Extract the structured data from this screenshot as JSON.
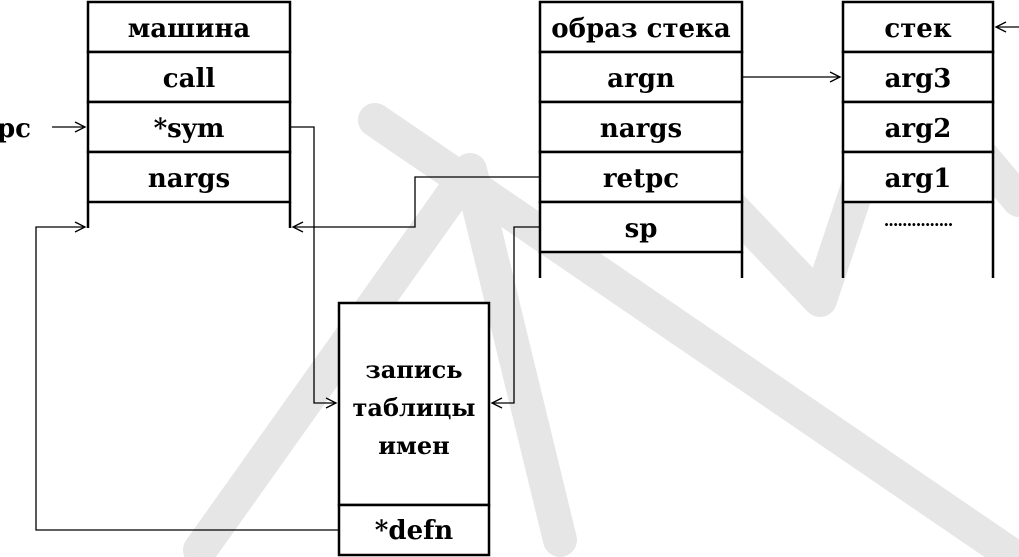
{
  "machine": {
    "header": "машина",
    "cells": [
      "call",
      "*sym",
      "nargs"
    ]
  },
  "pc_label": "pc",
  "stack_image": {
    "header": "образ стека",
    "cells": [
      "argn",
      "nargs",
      "retpc",
      "sp"
    ]
  },
  "stack": {
    "header": "стек",
    "cells": [
      "arg3",
      "arg2",
      "arg1"
    ],
    "ellipsis": "···············"
  },
  "symtab": {
    "lines": [
      "запись",
      "таблицы",
      "имен"
    ],
    "defn": "*defn"
  }
}
